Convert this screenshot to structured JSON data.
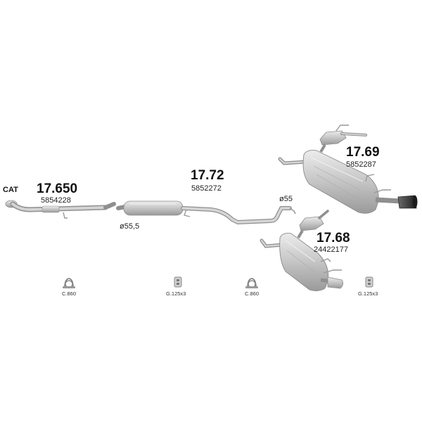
{
  "diagram": {
    "cat_label": "CAT",
    "parts": [
      {
        "code": "17.650",
        "oem": "5854228"
      },
      {
        "code": "17.72",
        "oem": "5852272"
      },
      {
        "code": "17.69",
        "oem": "5852287"
      },
      {
        "code": "17.68",
        "oem": "24422177"
      }
    ],
    "dimensions": [
      "ø55,5",
      "ø55"
    ],
    "accessories": [
      {
        "label": "C.860",
        "icon": "clamp-icon"
      },
      {
        "label": "G.125x3",
        "icon": "rubber-hanger-icon"
      },
      {
        "label": "C.860",
        "icon": "clamp-icon"
      },
      {
        "label": "G.125x3",
        "icon": "rubber-hanger-icon"
      }
    ],
    "colors": {
      "metal_light": "#d9d9d9",
      "metal_mid": "#b5b5b5",
      "metal_dark": "#8a8a8a",
      "tip": "#3a3a3a"
    }
  }
}
